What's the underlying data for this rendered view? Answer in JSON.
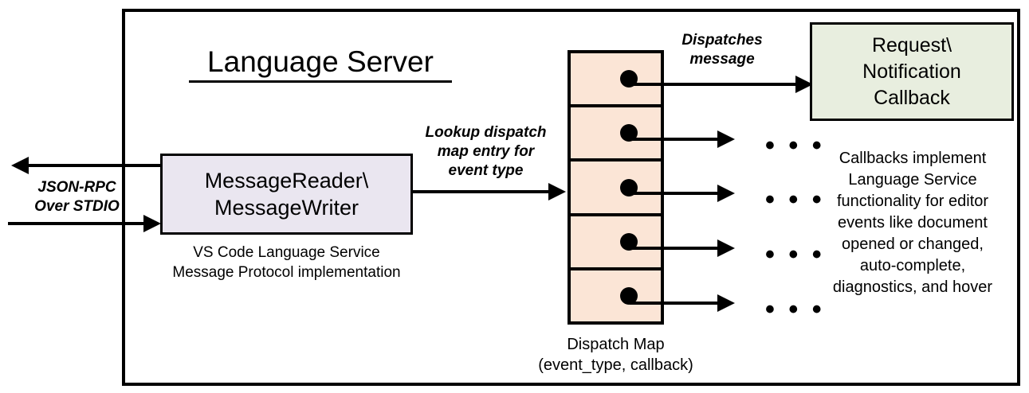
{
  "diagram": {
    "title": "Language Server",
    "frame_label": "language-server-boundary"
  },
  "client_channel": {
    "label_line1": "JSON-RPC",
    "label_line2": "Over STDIO"
  },
  "message_io": {
    "box_line1": "MessageReader\\",
    "box_line2": "MessageWriter",
    "caption_line1": "VS Code Language Service",
    "caption_line2": "Message Protocol implementation"
  },
  "lookup_edge": {
    "label_line1": "Lookup dispatch",
    "label_line2": "map entry for",
    "label_line3": "event type"
  },
  "dispatch_map": {
    "caption_line1": "Dispatch Map",
    "caption_line2": "(event_type, callback)",
    "rows": [
      {
        "id": "row-1",
        "dot": "callback-pointer-dot"
      },
      {
        "id": "row-2",
        "dot": "callback-pointer-dot"
      },
      {
        "id": "row-3",
        "dot": "callback-pointer-dot"
      },
      {
        "id": "row-4",
        "dot": "callback-pointer-dot"
      },
      {
        "id": "row-5",
        "dot": "callback-pointer-dot"
      }
    ]
  },
  "dispatch_edge": {
    "label_line1": "Dispatches",
    "label_line2": "message"
  },
  "callback": {
    "box_line1": "Request\\",
    "box_line2": "Notification",
    "box_line3": "Callback",
    "description_line1": "Callbacks implement",
    "description_line2": "Language Service",
    "description_line3": "functionality for editor",
    "description_line4": "events like document",
    "description_line5": "opened or changed,",
    "description_line6": "auto-complete,",
    "description_line7": "diagnostics, and hover"
  },
  "ellipsis_edges": [
    {
      "dots": "•  •  •"
    },
    {
      "dots": "•  •  •"
    },
    {
      "dots": "•  •  •"
    },
    {
      "dots": "•  •  •"
    }
  ],
  "colors": {
    "dispatch_map_fill": "#FBE5D6",
    "message_io_fill": "#EAE6F0",
    "callback_fill": "#E8EEDF",
    "stroke": "#000000",
    "background": "#FFFFFF"
  }
}
